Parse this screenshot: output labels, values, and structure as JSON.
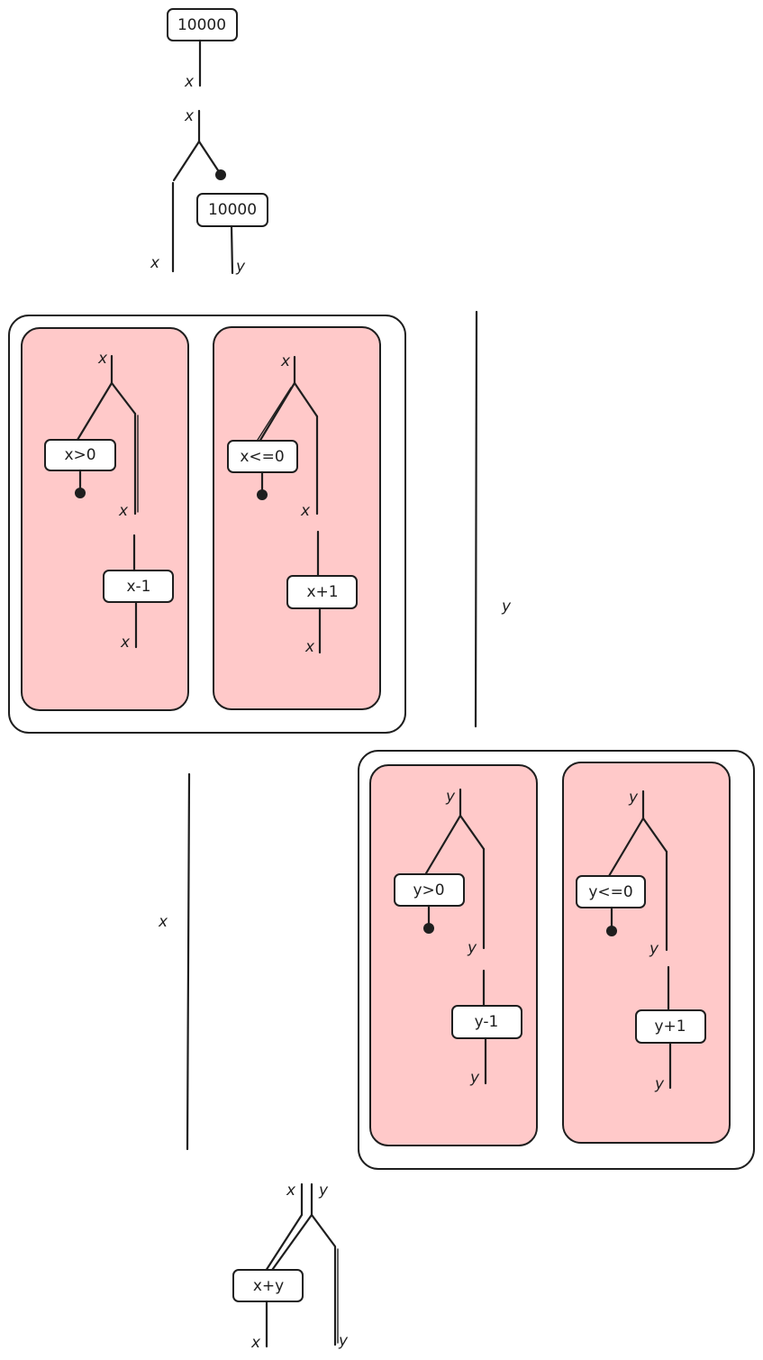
{
  "constants": {
    "x_init": "10000",
    "y_init": "10000"
  },
  "wire_labels": {
    "x": "x",
    "y": "y"
  },
  "loop_x": {
    "branch_true": {
      "guard": "x>0",
      "update": "x-1"
    },
    "branch_false": {
      "guard": "x<=0",
      "update": "x+1"
    }
  },
  "loop_y": {
    "branch_true": {
      "guard": "y>0",
      "update": "y-1"
    },
    "branch_false": {
      "guard": "y<=0",
      "update": "y+1"
    }
  },
  "result": {
    "expr": "x+y"
  }
}
